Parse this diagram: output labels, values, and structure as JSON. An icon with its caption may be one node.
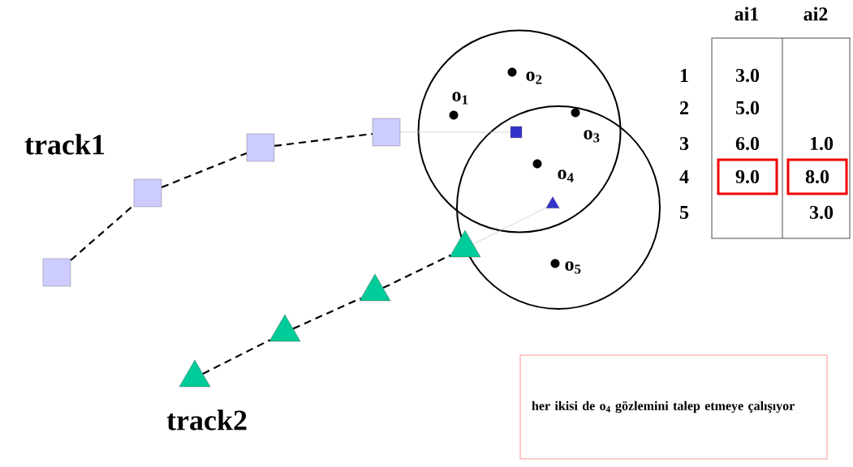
{
  "diagram": {
    "nodes": [
      {
        "text": [],
        "shape": "box"
      },
      {
        "text": [],
        "shape": "box"
      },
      {
        "text": [],
        "shape": "box"
      },
      {
        "text": [],
        "shape": "box"
      },
      {
        "text": [],
        "shape": "box"
      },
      {
        "text": [],
        "shape": "triangle"
      },
      {
        "text": [],
        "shape": "triangle"
      },
      {
        "text": [],
        "shape": "triangle"
      },
      {
        "text": [],
        "shape": "triangle"
      },
      {
        "text": [],
        "shape": "triangle"
      },
      {
        "text": [
          "9.0"
        ]
      },
      {
        "text": [
          "8.0"
        ]
      },
      {
        "text": [
          "her ikisi de o$_{4}$ gözlemini talep etmeye çalışıyor"
        ]
      }
    ],
    "edges": [
      {
        "from": 0,
        "to": 1,
        "arrow": "none",
        "style": "dashed"
      },
      {
        "from": 1,
        "to": 2,
        "arrow": "none",
        "style": "dashed"
      },
      {
        "from": 2,
        "to": 3,
        "arrow": "none",
        "style": "dashed"
      },
      {
        "from": 3,
        "to": 4,
        "arrow": "none",
        "color": "#c0c0c0"
      },
      {
        "from": 5,
        "to": 6,
        "arrow": "none",
        "style": "dashed"
      },
      {
        "from": 6,
        "to": 7,
        "arrow": "none",
        "style": "dashed"
      },
      {
        "from": 7,
        "to": 8,
        "arrow": "none",
        "style": "dashed"
      },
      {
        "from": 8,
        "to": 9,
        "arrow": "none",
        "color": "#c0c0c0"
      }
    ],
    "labels": [
      "track1",
      "track2",
      "o$_{1}$",
      "o$_{2}$",
      "o$_{3}$",
      "o$_{4}$",
      "o$_{5}$",
      "ai1",
      "ai2",
      "1",
      "3.0",
      "2",
      "5.0",
      "3",
      "6.0",
      "1.0",
      "4",
      "5",
      "3.0"
    ]
  }
}
